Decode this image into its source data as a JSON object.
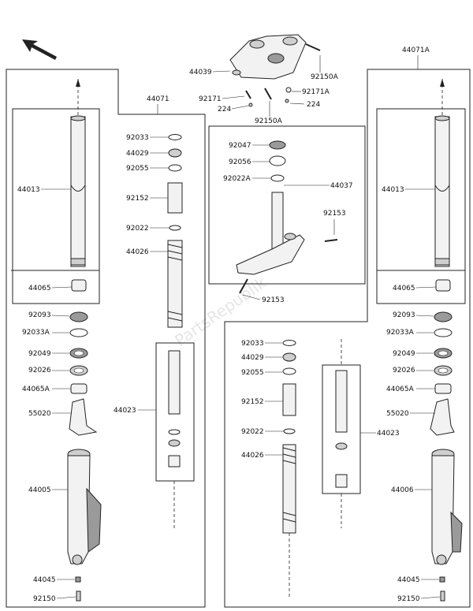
{
  "watermark": "PartsRepublik",
  "labels": {
    "top_clamp_assy": "44039",
    "top_bolt_left_a": "92171",
    "top_bolt_right_a": "92171A",
    "top_washer_left": "224",
    "top_washer_right": "224",
    "top_bolt_b": "92150A",
    "top_bolt_b2": "92150A",
    "left_assy": "44071",
    "right_assy": "44071A",
    "left_tube": "44013",
    "right_tube": "44013",
    "left_bush": "44065",
    "right_bush": "44065",
    "left_92093": "92093",
    "left_92033a": "92033A",
    "left_92049": "92049",
    "left_92026": "92026",
    "left_44065a": "44065A",
    "left_55020": "55020",
    "left_outer": "44005",
    "left_44045": "44045",
    "left_92150": "92150",
    "right_92093": "92093",
    "right_92033a": "92033A",
    "right_92049": "92049",
    "right_92026": "92026",
    "right_44065a": "44065A",
    "right_55020": "55020",
    "right_outer": "44006",
    "right_44045": "44045",
    "right_92150": "92150",
    "linner_92033": "92033",
    "linner_44029": "44029",
    "linner_92055": "92055",
    "linner_92152": "92152",
    "linner_92022": "92022",
    "linner_44026": "44026",
    "linner_44023": "44023",
    "rinner_92033": "92033",
    "rinner_44029": "44029",
    "rinner_92055": "92055",
    "rinner_92152": "92152",
    "rinner_92022": "92022",
    "rinner_44026": "44026",
    "rinner_44023": "44023",
    "stem_92047": "92047",
    "stem_92056": "92056",
    "stem_92022a": "92022A",
    "stem_assy": "44037",
    "stem_92153_top": "92153",
    "stem_92153_bottom": "92153"
  }
}
